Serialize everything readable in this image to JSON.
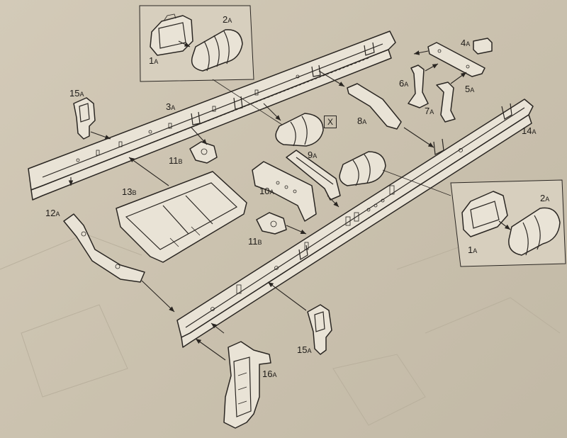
{
  "labels": {
    "p1a_top": "1",
    "p2a_top": "2",
    "p3a": "3",
    "p4a": "4",
    "p5a": "5",
    "p6a": "6",
    "p7a": "7",
    "p8a": "8",
    "p9a": "9",
    "p10a": "10",
    "p11b_upper": "11",
    "p11b_lower": "11",
    "p12a": "12",
    "p13b": "13",
    "p14a": "14",
    "p15a_left": "15",
    "p15a_right": "15",
    "p16a": "16",
    "p1a_inset": "1",
    "p2a_inset": "2"
  },
  "suffix": {
    "A": "A",
    "B": "B"
  },
  "marker_x": "X",
  "colors": {
    "paper": "#cfc6b3",
    "line": "#2a2622",
    "part_fill": "#e9e3d6"
  }
}
